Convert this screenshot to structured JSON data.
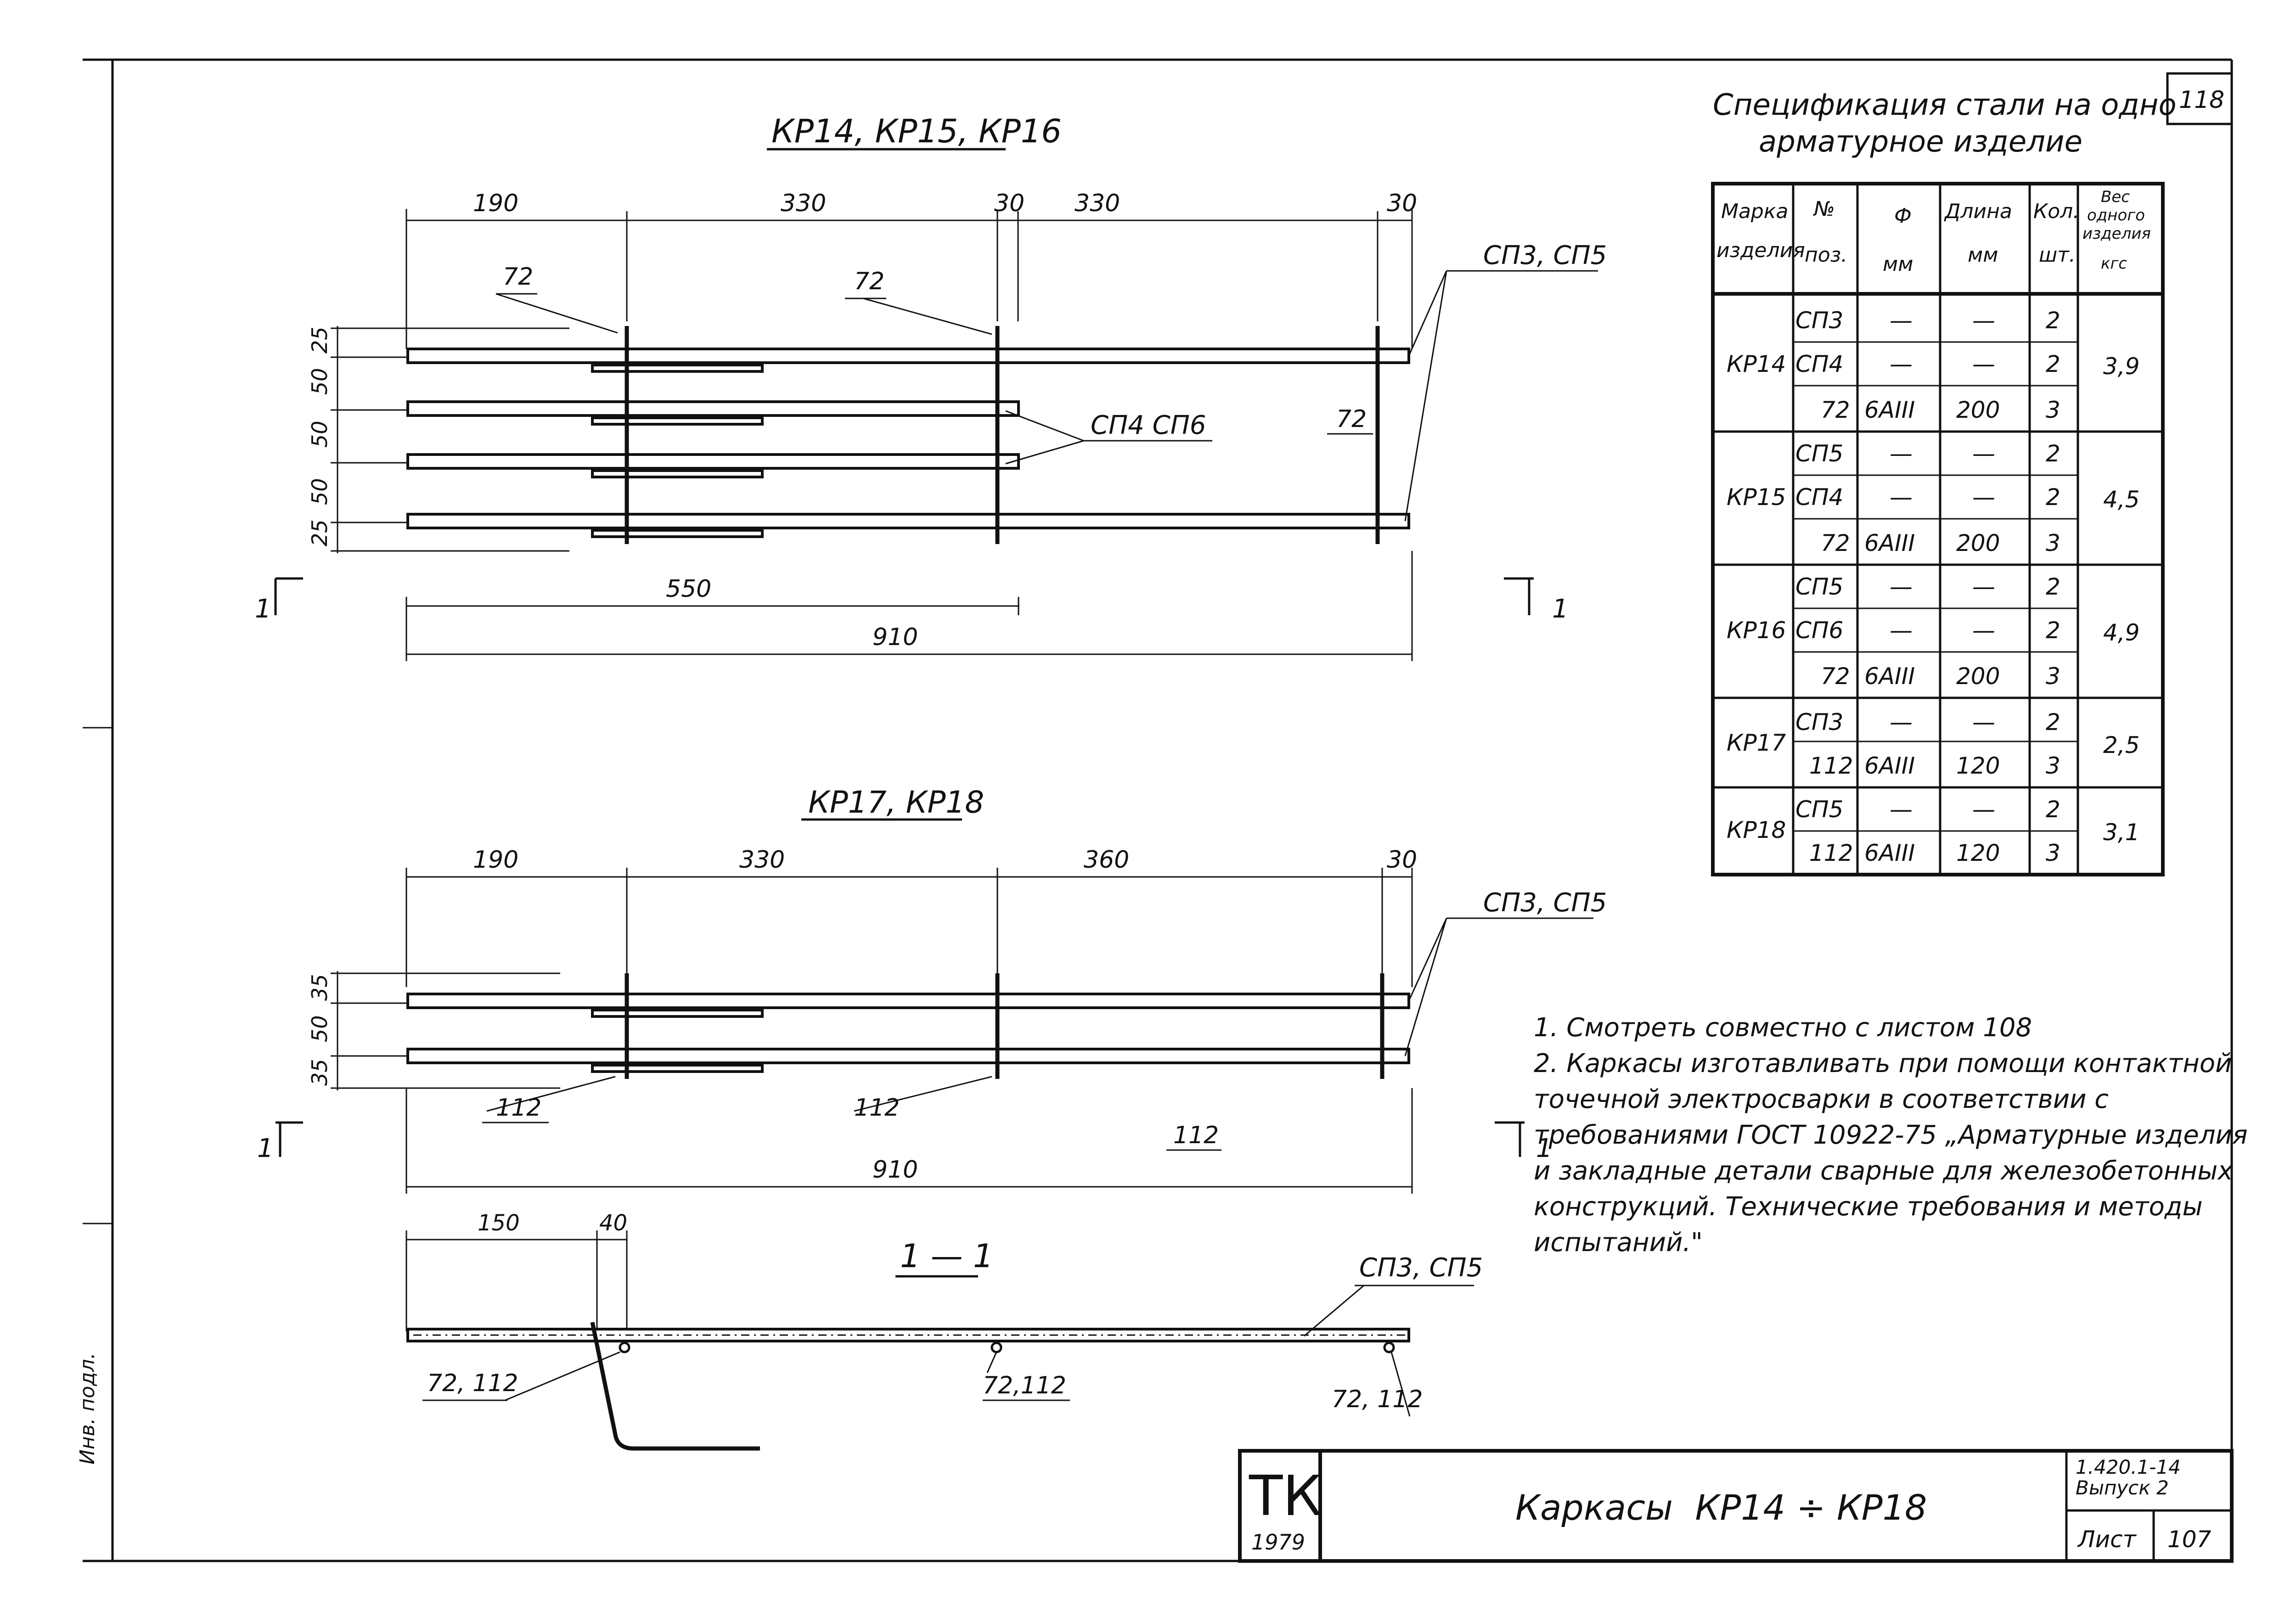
{
  "drawing1": {
    "title": "КР14, КР15, КР16",
    "top_dims": [
      "190",
      "330",
      "30",
      "330",
      "30"
    ],
    "left_dims": [
      "25",
      "50",
      "50",
      "50",
      "25"
    ],
    "bottom_dims": [
      "550",
      "910"
    ],
    "labels": {
      "pos72_a": "72",
      "pos72_b": "72",
      "pos72_c": "72",
      "cp3cp5": "СП3, СП5",
      "cp4cp6": "СП4 СП6"
    },
    "section_left": "1",
    "section_right": "1"
  },
  "drawing2": {
    "title": "КР17, КР18",
    "top_dims": [
      "190",
      "330",
      "360",
      "30"
    ],
    "left_dims": [
      "35",
      "50",
      "35"
    ],
    "bottom_dim": "910",
    "labels": {
      "pos112_a": "112",
      "pos112_b": "112",
      "pos112_c": "112",
      "cp3cp5": "СП3, СП5"
    },
    "section_left": "1",
    "section_right": "1"
  },
  "section": {
    "title": "1 — 1",
    "dims": [
      "150",
      "40"
    ],
    "labels": {
      "cp3cp5": "СП3, СП5",
      "pos_a": "72, 112",
      "pos_b": "72,112",
      "pos_c": "72, 112"
    }
  },
  "spec": {
    "title_line1": "Спецификация стали на одно",
    "title_line2": "арматурное изделие",
    "page_box": "118",
    "headers": {
      "mark_1": "Марка",
      "mark_2": "изделия",
      "pos_1": "№",
      "pos_2": "поз.",
      "dia_1": "Ф",
      "dia_2": "мм",
      "len_1": "Длина",
      "len_2": "мм",
      "qty_1": "Кол.",
      "qty_2": "шт.",
      "w_1": "Вес",
      "w_2": "одного",
      "w_3": "изделия",
      "w_4": "кгс"
    },
    "groups": [
      {
        "mark": "КР14",
        "weight": "3,9",
        "rows": [
          [
            "СП3",
            "—",
            "—",
            "2"
          ],
          [
            "СП4",
            "—",
            "—",
            "2"
          ],
          [
            "72",
            "6АIII",
            "200",
            "3"
          ]
        ]
      },
      {
        "mark": "КР15",
        "weight": "4,5",
        "rows": [
          [
            "СП5",
            "—",
            "—",
            "2"
          ],
          [
            "СП4",
            "—",
            "—",
            "2"
          ],
          [
            "72",
            "6АIII",
            "200",
            "3"
          ]
        ]
      },
      {
        "mark": "КР16",
        "weight": "4,9",
        "rows": [
          [
            "СП5",
            "—",
            "—",
            "2"
          ],
          [
            "СП6",
            "—",
            "—",
            "2"
          ],
          [
            "72",
            "6АIII",
            "200",
            "3"
          ]
        ]
      },
      {
        "mark": "КР17",
        "weight": "2,5",
        "rows": [
          [
            "СП3",
            "—",
            "—",
            "2"
          ],
          [
            "112",
            "6АIII",
            "120",
            "3"
          ]
        ]
      },
      {
        "mark": "КР18",
        "weight": "3,1",
        "rows": [
          [
            "СП5",
            "—",
            "—",
            "2"
          ],
          [
            "112",
            "6АIII",
            "120",
            "3"
          ]
        ]
      }
    ]
  },
  "notes": [
    "1. Смотреть совместно с листом 108",
    "2. Каркасы изготавливать при помощи контактной точечной электросварки в соответствии с требованиями ГОСТ 10922-75 „Арматурные изделия и закладные детали сварные для железобетонных конструкций. Технические требования и методы испытаний.\""
  ],
  "title_block": {
    "logo": "ТК",
    "year": "1979",
    "title": "Каркасы  КР14 ÷ КР18",
    "series_1": "1.420.1-14",
    "series_2": "Выпуск 2",
    "sheet_label": "Лист",
    "sheet_no": "107"
  },
  "margin_text": "Инв. подл."
}
